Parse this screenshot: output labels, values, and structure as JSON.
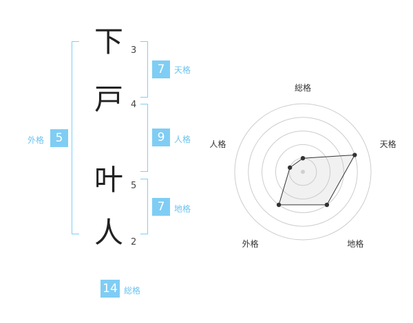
{
  "name_chars": [
    {
      "char": "下",
      "strokes": "3"
    },
    {
      "char": "戸",
      "strokes": "4"
    },
    {
      "char": "叶",
      "strokes": "5"
    },
    {
      "char": "人",
      "strokes": "2"
    }
  ],
  "kakusu": {
    "tenkaku": {
      "value": "7",
      "label": "天格"
    },
    "jinkaku": {
      "value": "9",
      "label": "人格"
    },
    "chikaku": {
      "value": "7",
      "label": "地格"
    },
    "gaikaku": {
      "value": "5",
      "label": "外格"
    },
    "soukaku": {
      "value": "14",
      "label": "総格"
    }
  },
  "colors": {
    "accent": "#7fcdf4",
    "accent_text": "#6cc3ee"
  },
  "chart_data": {
    "type": "radar",
    "axes": [
      "総格",
      "天格",
      "地格",
      "外格",
      "人格"
    ],
    "values": [
      1,
      4,
      3,
      3,
      1
    ],
    "rmax": 5,
    "grid_rings": 5
  }
}
